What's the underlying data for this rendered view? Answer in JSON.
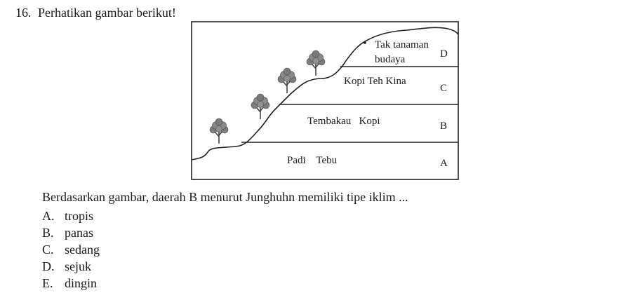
{
  "question": {
    "number": "16.",
    "instruction": "Perhatikan gambar berikut!",
    "text": "Berdasarkan gambar, daerah B menurut Junghuhn memiliki tipe iklim ..."
  },
  "figure": {
    "zones": [
      {
        "letter": "A",
        "crops": "Padi    Tebu"
      },
      {
        "letter": "B",
        "crops": "Tembakau   Kopi"
      },
      {
        "letter": "C",
        "crops": "Kopi Teh Kina"
      },
      {
        "letter": "D",
        "crops_line1": "Tak tanaman",
        "crops_line2": "budaya"
      }
    ]
  },
  "options": [
    {
      "letter": "A.",
      "text": "tropis"
    },
    {
      "letter": "B.",
      "text": "panas"
    },
    {
      "letter": "C.",
      "text": "sedang"
    },
    {
      "letter": "D.",
      "text": "sejuk"
    },
    {
      "letter": "E.",
      "text": "dingin"
    }
  ]
}
